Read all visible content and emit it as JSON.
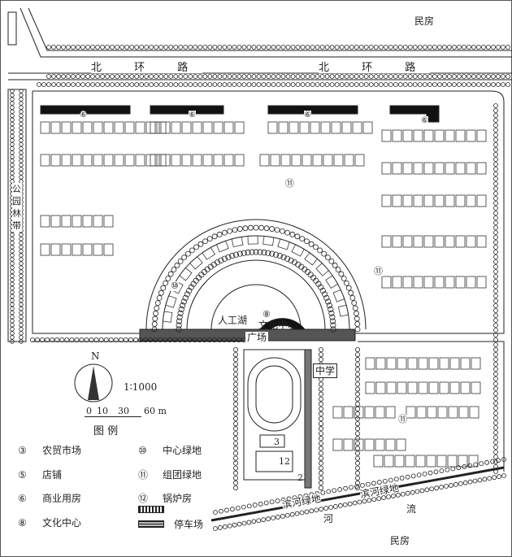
{
  "map": {
    "top_right_label": "民房",
    "bottom_label": "民房",
    "north_road": [
      "北 环 路",
      "北 环 路"
    ],
    "left_strip": "公园林带",
    "lake": "人工湖",
    "culture_center": "文化中心",
    "culture_center_num": "⑧",
    "plaza": "广场",
    "school": "中学",
    "central_green_num": "⑩",
    "group_green_num": "⑪",
    "commercial_num": "⑥",
    "market_num": "3",
    "boiler_num": "12",
    "shop_num": "2",
    "riverside_green": [
      "滨河绿地",
      "滨河绿地"
    ],
    "river": [
      "河",
      "流"
    ]
  },
  "compass": {
    "north": "N",
    "scale": "1∶1000",
    "scale_ticks": [
      "0",
      "10",
      "30",
      "60 m"
    ]
  },
  "legend": {
    "title": "图  例",
    "items": [
      {
        "num": "③",
        "label": "农贸市场"
      },
      {
        "num": "⑤",
        "label": "店铺"
      },
      {
        "num": "⑥",
        "label": "商业用房"
      },
      {
        "num": "⑧",
        "label": "文化中心"
      },
      {
        "num": "⑩",
        "label": "中心绿地"
      },
      {
        "num": "⑪",
        "label": "组团绿地"
      },
      {
        "num": "⑫",
        "label": "锅炉房"
      },
      {
        "num": "",
        "label": ""
      },
      {
        "num": "",
        "label": "停车场"
      }
    ]
  }
}
